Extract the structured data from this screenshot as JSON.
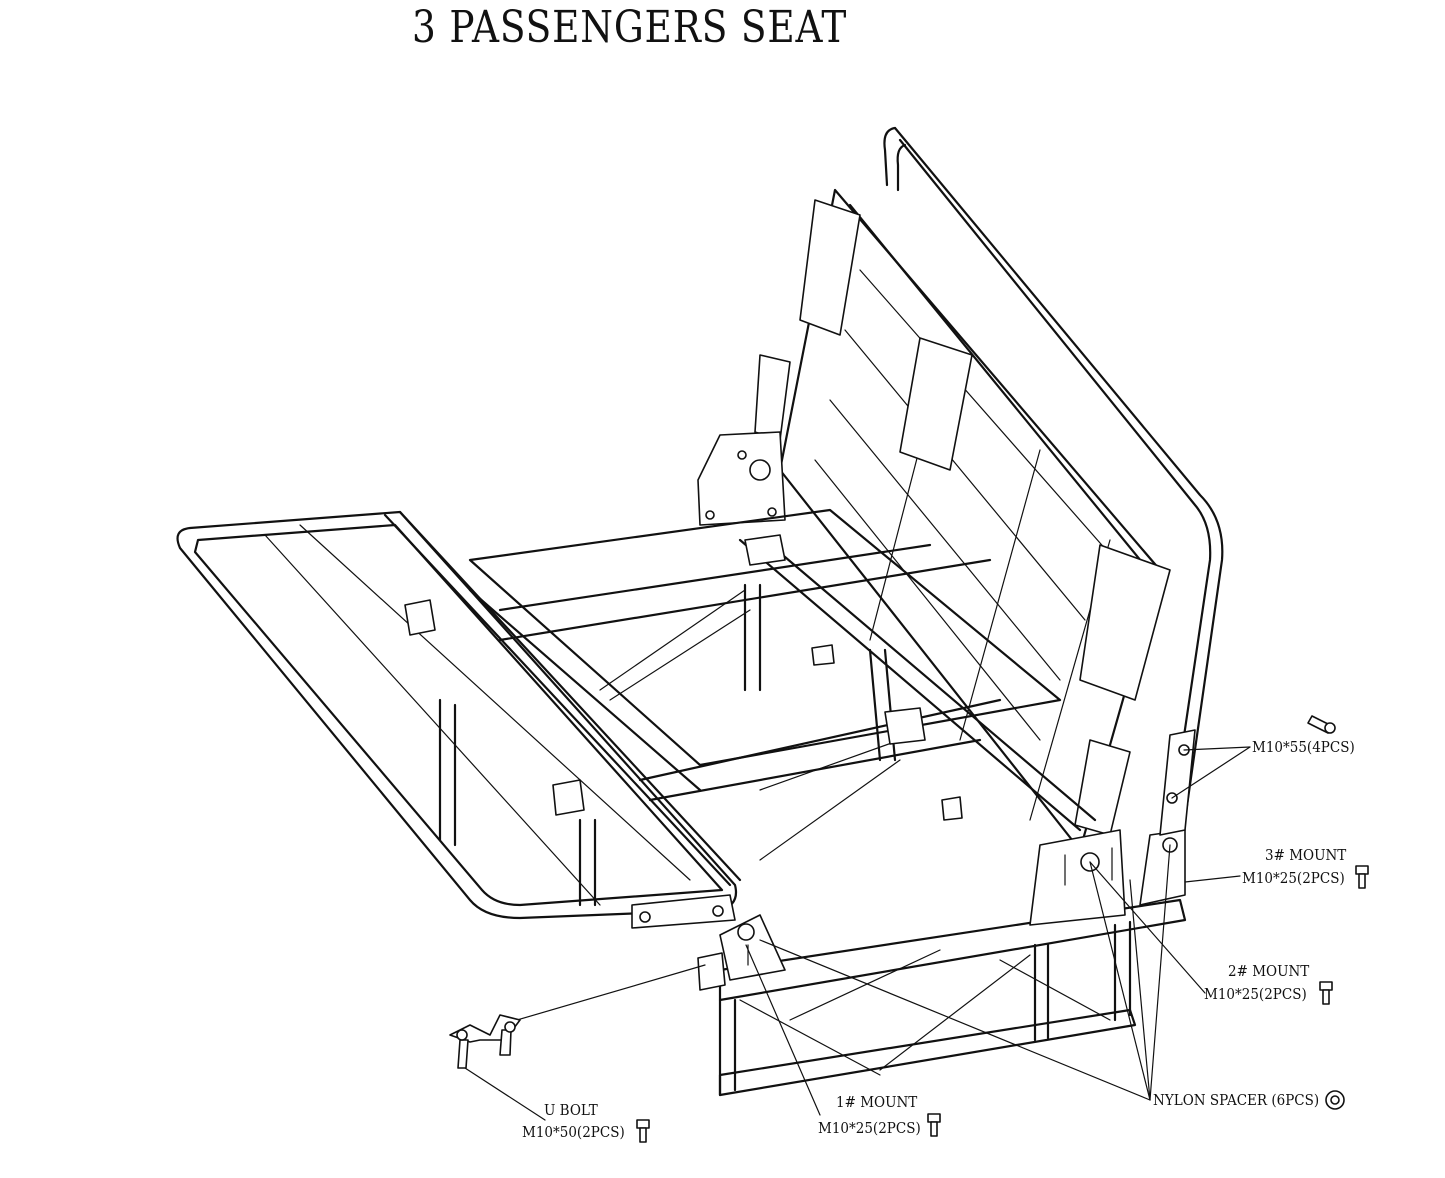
{
  "title": "3 PASSENGERS SEAT",
  "labels": {
    "bolt_top": "M10*55(4PCS)",
    "mount3_name": "3# MOUNT",
    "mount3_bolt": "M10*25(2PCS)",
    "mount2_name": "2# MOUNT",
    "mount2_bolt": "M10*25(2PCS)",
    "spacer": "NYLON SPACER (6PCS)",
    "mount1_name": "1# MOUNT",
    "mount1_bolt": "M10*25(2PCS)",
    "ubolt_name": "U BOLT",
    "ubolt_bolt": "M10*50(2PCS)"
  }
}
